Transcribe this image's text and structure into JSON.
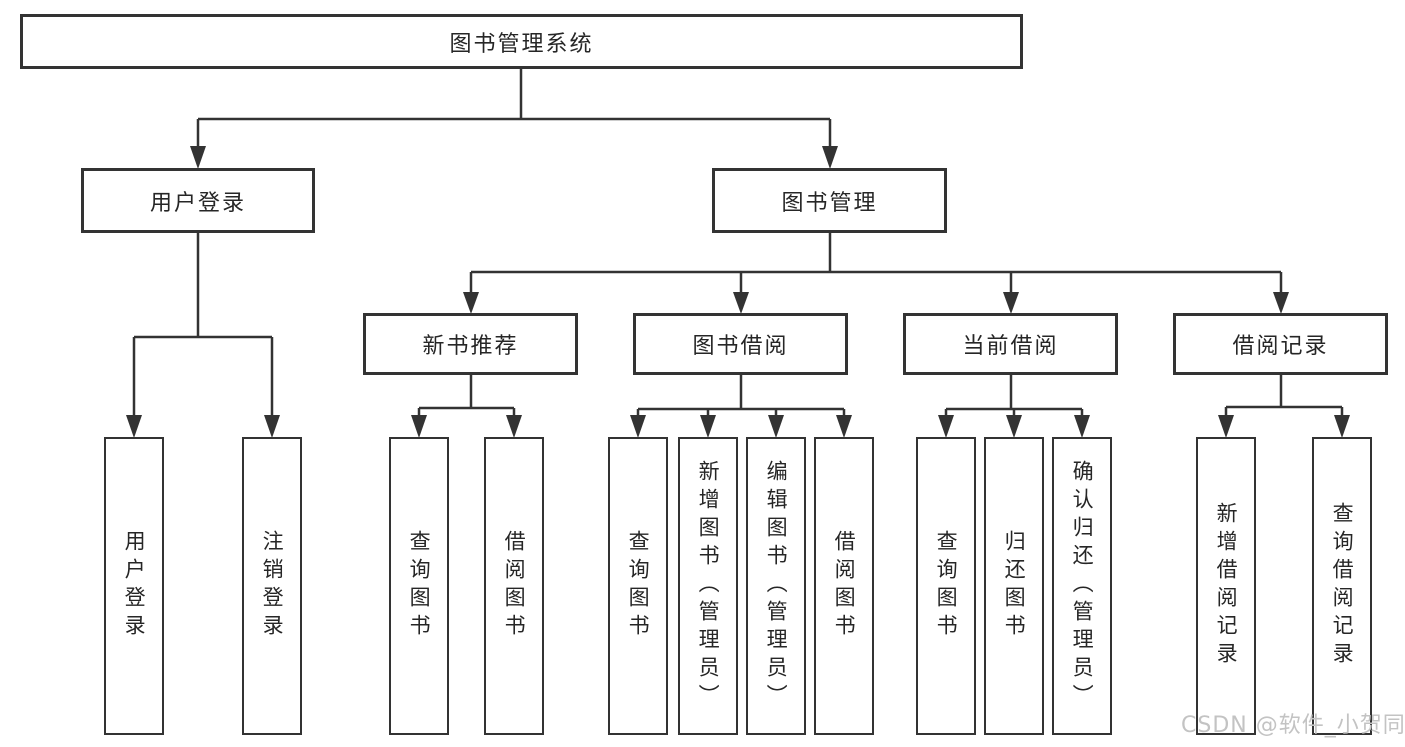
{
  "tree": {
    "root": {
      "label": "图书管理系统"
    },
    "login_branch": {
      "label": "用户登录",
      "children": [
        {
          "label": "用户登录"
        },
        {
          "label": "注销登录"
        }
      ]
    },
    "mgmt_branch": {
      "label": "图书管理",
      "groups": [
        {
          "label": "新书推荐",
          "children": [
            {
              "label": "查询图书"
            },
            {
              "label": "借阅图书"
            }
          ]
        },
        {
          "label": "图书借阅",
          "children": [
            {
              "label": "查询图书"
            },
            {
              "label": "新增图书（管理员）"
            },
            {
              "label": "编辑图书（管理员）"
            },
            {
              "label": "借阅图书"
            }
          ]
        },
        {
          "label": "当前借阅",
          "children": [
            {
              "label": "查询图书"
            },
            {
              "label": "归还图书"
            },
            {
              "label": "确认归还（管理员）"
            }
          ]
        },
        {
          "label": "借阅记录",
          "children": [
            {
              "label": "新增借阅记录"
            },
            {
              "label": "查询借阅记录"
            }
          ]
        }
      ]
    }
  },
  "watermark": {
    "text": "CSDN @软件_小贺同学"
  },
  "colors": {
    "line": "#333333",
    "box_border": "#333333",
    "box_fill": "#ffffff",
    "text": "#262626",
    "watermark": "#c3c3c3",
    "background": "#ffffff"
  }
}
